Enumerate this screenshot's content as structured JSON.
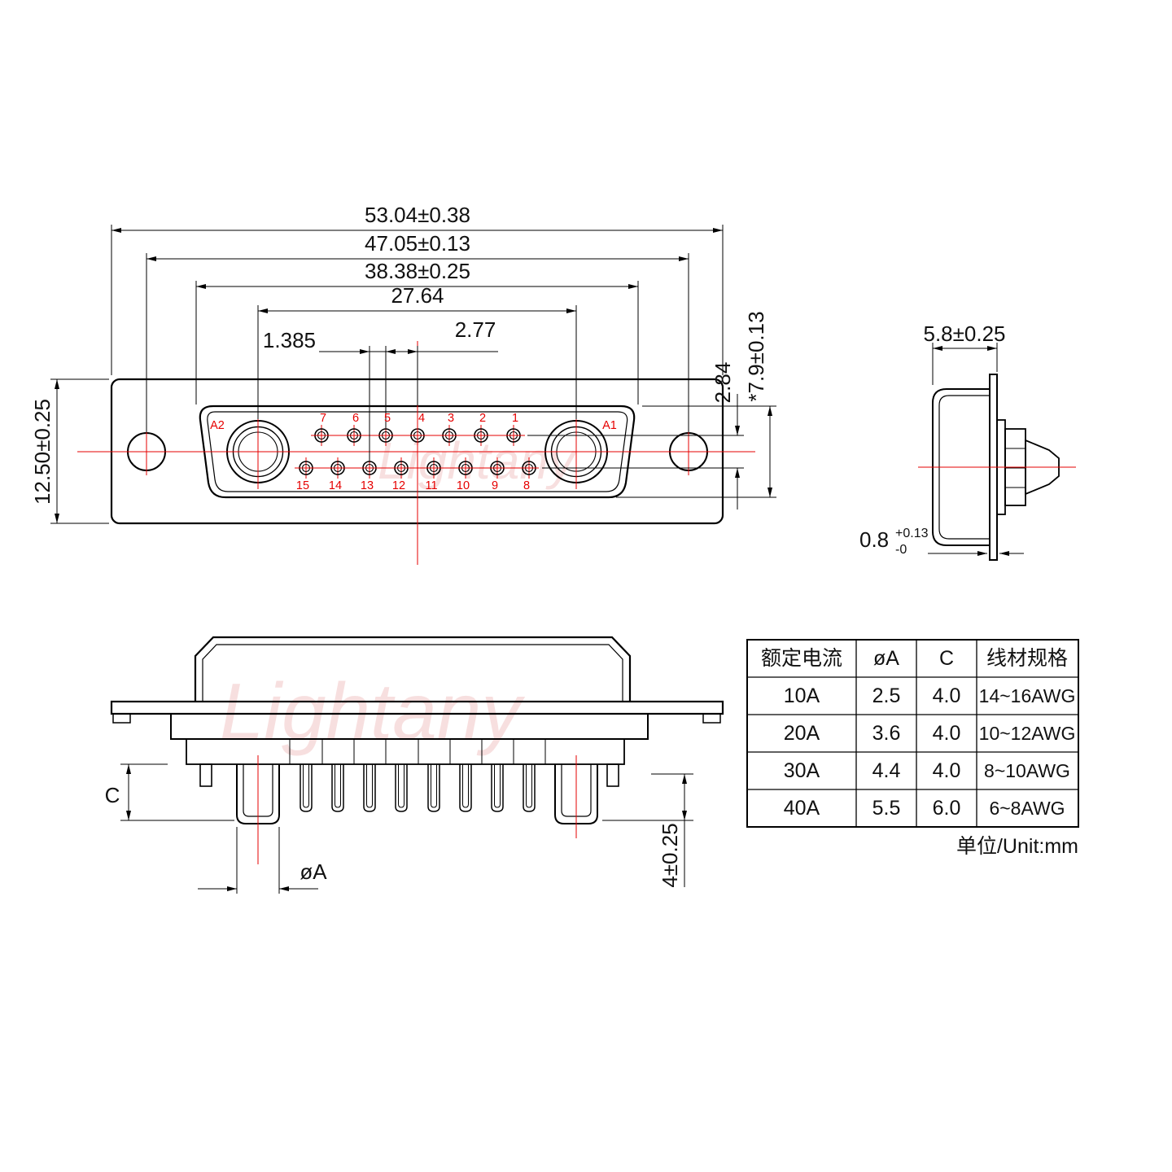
{
  "watermark": {
    "text": "Lightany"
  },
  "front_view": {
    "dim_total_width": "53.04±0.38",
    "dim_hole_span": "47.05±0.13",
    "dim_shell_width": "38.38±0.25",
    "dim_contact_span": "27.64",
    "dim_pitch": "2.77",
    "dim_half_pitch": "1.385",
    "dim_row_spacing": "2.84",
    "dim_shell_height": "*7.9±0.13",
    "dim_flange_height": "12.50±0.25",
    "label_a1": "A1",
    "label_a2": "A2",
    "top_row_labels": [
      "7",
      "6",
      "5",
      "4",
      "3",
      "2",
      "1"
    ],
    "bottom_row_labels": [
      "15",
      "14",
      "13",
      "12",
      "11",
      "10",
      "9",
      "8"
    ]
  },
  "side_view": {
    "dim_depth": "5.8±0.25",
    "dim_flange_thickness": "0.8",
    "dim_flange_tol_upper": "+0.13",
    "dim_flange_tol_lower": "-0"
  },
  "section_view": {
    "dim_contact_c": "C",
    "dim_contact_dia": "øA",
    "dim_tail_length": "4±0.25"
  },
  "spec_table": {
    "headers": [
      "额定电流",
      "øA",
      "C",
      "线材规格"
    ],
    "rows": [
      [
        "10A",
        "2.5",
        "4.0",
        "14~16AWG"
      ],
      [
        "20A",
        "3.6",
        "4.0",
        "10~12AWG"
      ],
      [
        "30A",
        "4.4",
        "4.0",
        "8~10AWG"
      ],
      [
        "40A",
        "5.5",
        "6.0",
        "6~8AWG"
      ]
    ],
    "unit_note": "单位/Unit:mm"
  }
}
